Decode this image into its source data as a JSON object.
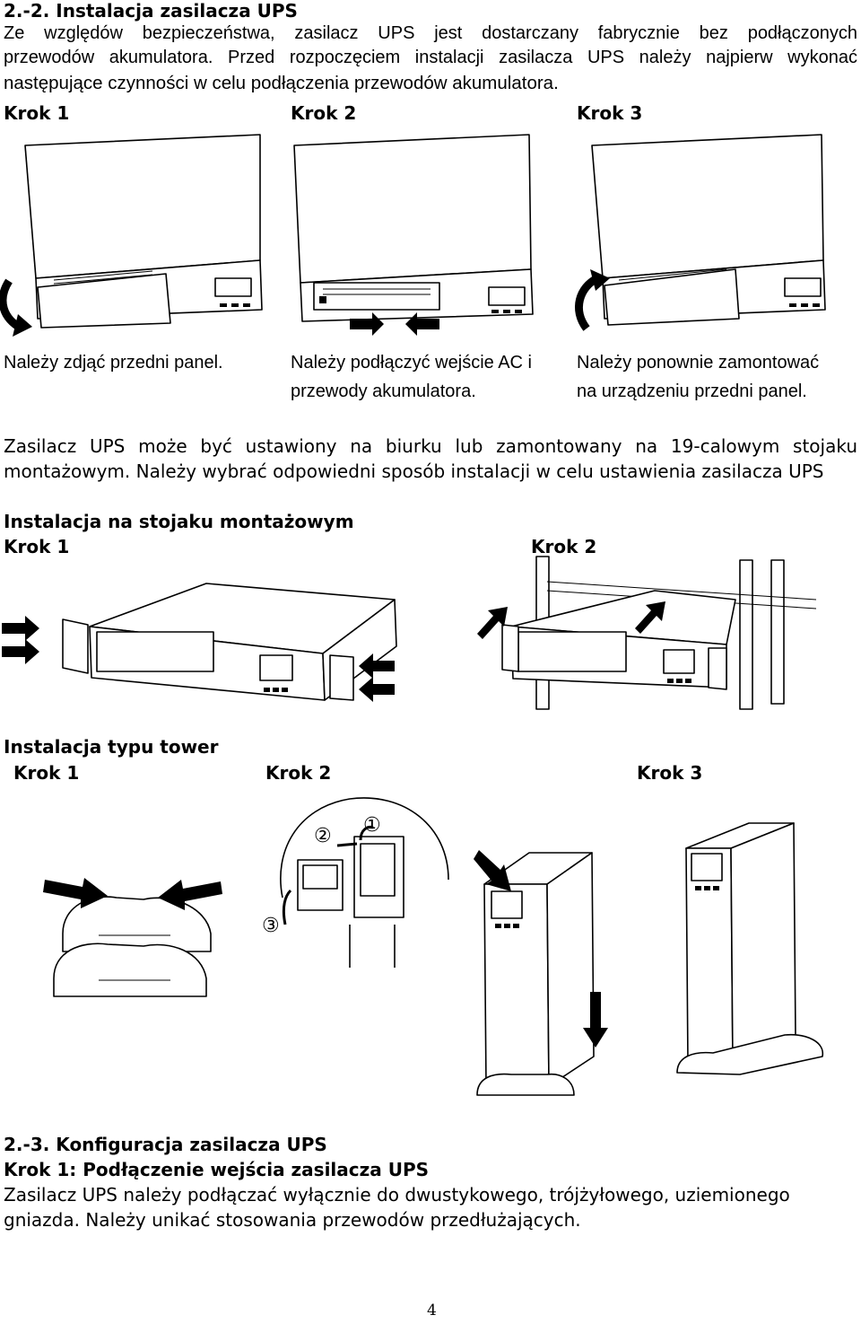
{
  "section_install": {
    "title": "2.-2. Instalacja zasilacza UPS",
    "intro": [
      "Ze względów bezpieczeństwa, zasilacz UPS jest dostarczany fabrycznie bez podłączonych",
      "przewodów akumulatora. Przed rozpoczęciem instalacji zasilacza UPS należy najpierw wykonać",
      "następujące czynności w celu podłączenia przewodów akumulatora."
    ],
    "steps": [
      {
        "label": "Krok 1",
        "caption": [
          "Należy zdjąć przedni panel."
        ]
      },
      {
        "label": "Krok 2",
        "caption": [
          "Należy podłączyć wejście AC i",
          "przewody akumulatora."
        ]
      },
      {
        "label": "Krok 3",
        "caption": [
          "Należy ponownie zamontować",
          "na urządzeniu przedni panel."
        ]
      }
    ],
    "placement": [
      "Zasilacz UPS może być ustawiony na biurku lub zamontowany na 19-calowym stojaku",
      "montażowym. Należy wybrać odpowiedni sposób instalacji w celu ustawienia zasilacza UPS"
    ]
  },
  "rack": {
    "title": "Instalacja na stojaku montażowym",
    "step1": "Krok 1",
    "step2": "Krok 2"
  },
  "tower": {
    "title": "Instalacja typu tower",
    "step1": "Krok 1",
    "step2": "Krok 2",
    "step3": "Krok 3",
    "callouts": [
      "①",
      "②",
      "③"
    ]
  },
  "section_config": {
    "title": "2.-3. Konfiguracja zasilacza UPS",
    "step_title": "Krok 1: Podłączenie wejścia zasilacza UPS",
    "body": [
      "Zasilacz UPS należy podłączać wyłącznie do dwustykowego, trójżyłowego, uziemionego",
      "gniazda. Należy unikać stosowania przewodów przedłużających."
    ]
  },
  "page_number": "4"
}
